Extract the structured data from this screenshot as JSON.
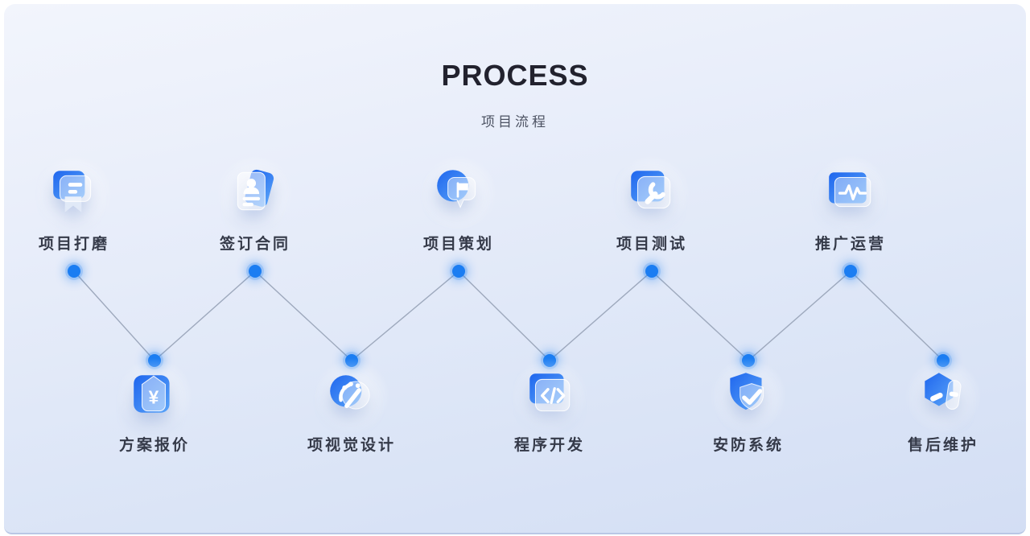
{
  "header": {
    "title": "PROCESS",
    "subtitle": "项目流程"
  },
  "steps": [
    {
      "label": "项目打磨",
      "icon": "chat-bookmark-icon",
      "row": "top"
    },
    {
      "label": "方案报价",
      "icon": "price-tag-icon",
      "row": "bottom"
    },
    {
      "label": "签订合同",
      "icon": "contract-card-icon",
      "row": "top"
    },
    {
      "label": "项视觉设计",
      "icon": "design-palette-icon",
      "row": "bottom"
    },
    {
      "label": "项目策划",
      "icon": "planning-flag-icon",
      "row": "top"
    },
    {
      "label": "程序开发",
      "icon": "code-icon",
      "row": "bottom"
    },
    {
      "label": "项目测试",
      "icon": "wrench-icon",
      "row": "top"
    },
    {
      "label": "安防系统",
      "icon": "shield-check-icon",
      "row": "bottom"
    },
    {
      "label": "推广运营",
      "icon": "pulse-icon",
      "row": "top"
    },
    {
      "label": "售后维护",
      "icon": "after-sales-icon",
      "row": "bottom"
    }
  ],
  "icons": {
    "yuan_glyph": "¥"
  },
  "colors": {
    "accent_blue": "#1b7df2",
    "icon_gradient_start": "#1f66ee",
    "icon_gradient_end": "#5aa4f8",
    "connector_line": "#9ea9bd",
    "background_top": "#f2f5fc",
    "background_bottom": "#d3def4",
    "title_text": "#22222e",
    "label_text": "#353a49"
  }
}
